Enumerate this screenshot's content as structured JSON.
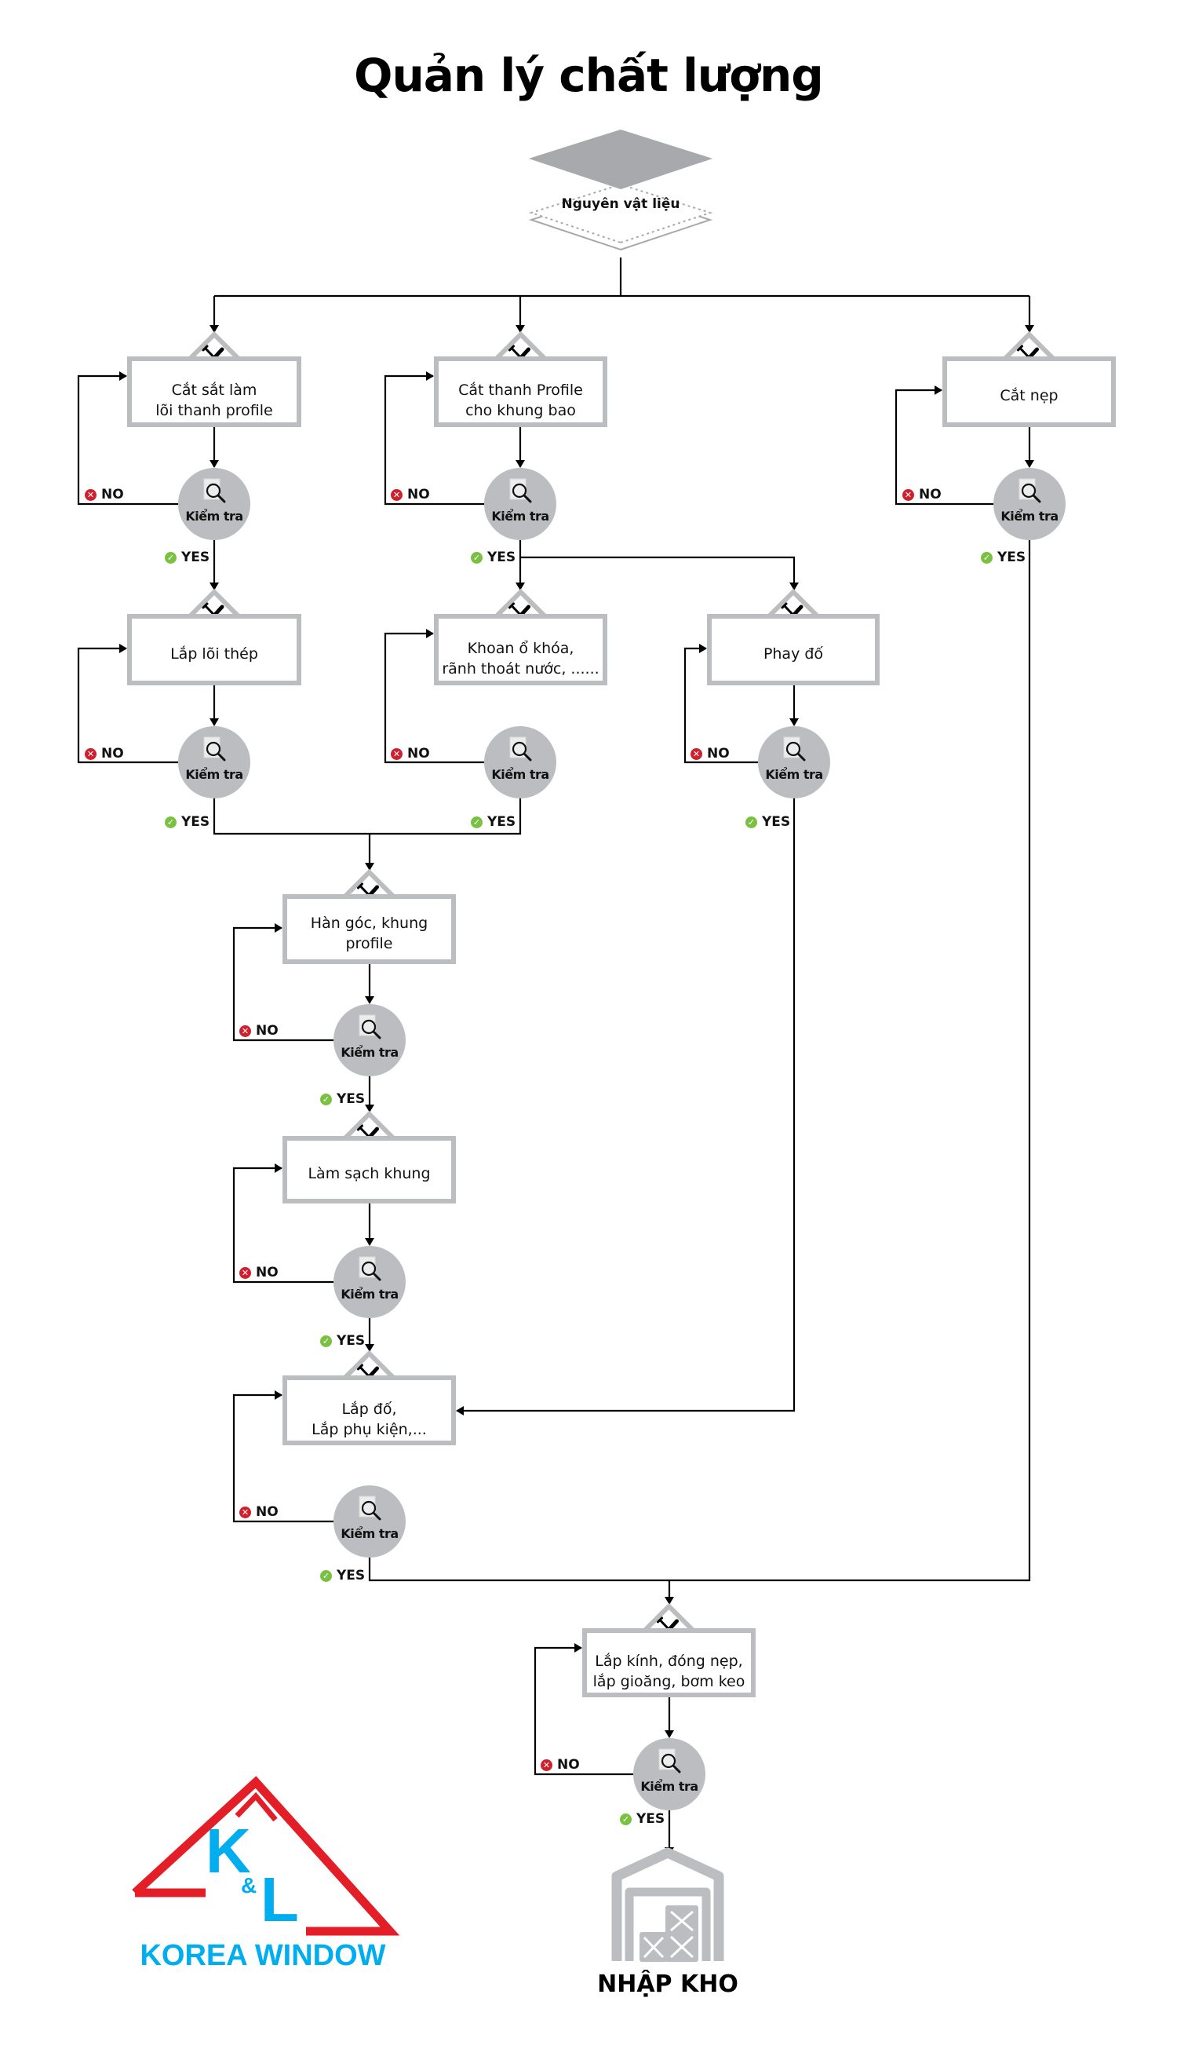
{
  "title": "Quản lý chất lượng",
  "start": {
    "label": "Nguyên vật liệu",
    "icon": "material-layers-icon"
  },
  "colors": {
    "box_border": "#bcbdc0",
    "check_fill": "#bcbdc0",
    "line": "#000000",
    "no": "#d0202e",
    "yes": "#7ac143",
    "brand_red": "#e31e26",
    "brand_blue": "#00aeef",
    "warehouse": "#bcbdc0"
  },
  "check_label": "Kiểm tra",
  "no_label": "NO",
  "yes_label": "YES",
  "steps": [
    {
      "id": "cat-sat",
      "label": "Cắt sắt làm\nlõi thanh profile"
    },
    {
      "id": "cat-profile",
      "label": "Cắt thanh Profile\ncho khung bao"
    },
    {
      "id": "cat-nep",
      "label": "Cắt nẹp"
    },
    {
      "id": "lap-loi-thep",
      "label": "Lắp lõi thép"
    },
    {
      "id": "khoan",
      "label": "Khoan ổ khóa,\nrãnh thoát nước, ......"
    },
    {
      "id": "phay-do",
      "label": "Phay đố"
    },
    {
      "id": "han-goc",
      "label": "Hàn góc, khung profile"
    },
    {
      "id": "lam-sach",
      "label": "Làm sạch khung"
    },
    {
      "id": "lap-do",
      "label": "Lắp đố,\nLắp phụ kiện,..."
    },
    {
      "id": "lap-kinh",
      "label": "Lắp kính, đóng nẹp,\nlắp gioăng, bơm keo"
    }
  ],
  "end": {
    "label": "NHẬP KHO",
    "icon": "warehouse-icon"
  },
  "brand": {
    "mark": "K&L",
    "k": "K",
    "amp": "&",
    "l": "L",
    "name": "KOREA WINDOW"
  }
}
